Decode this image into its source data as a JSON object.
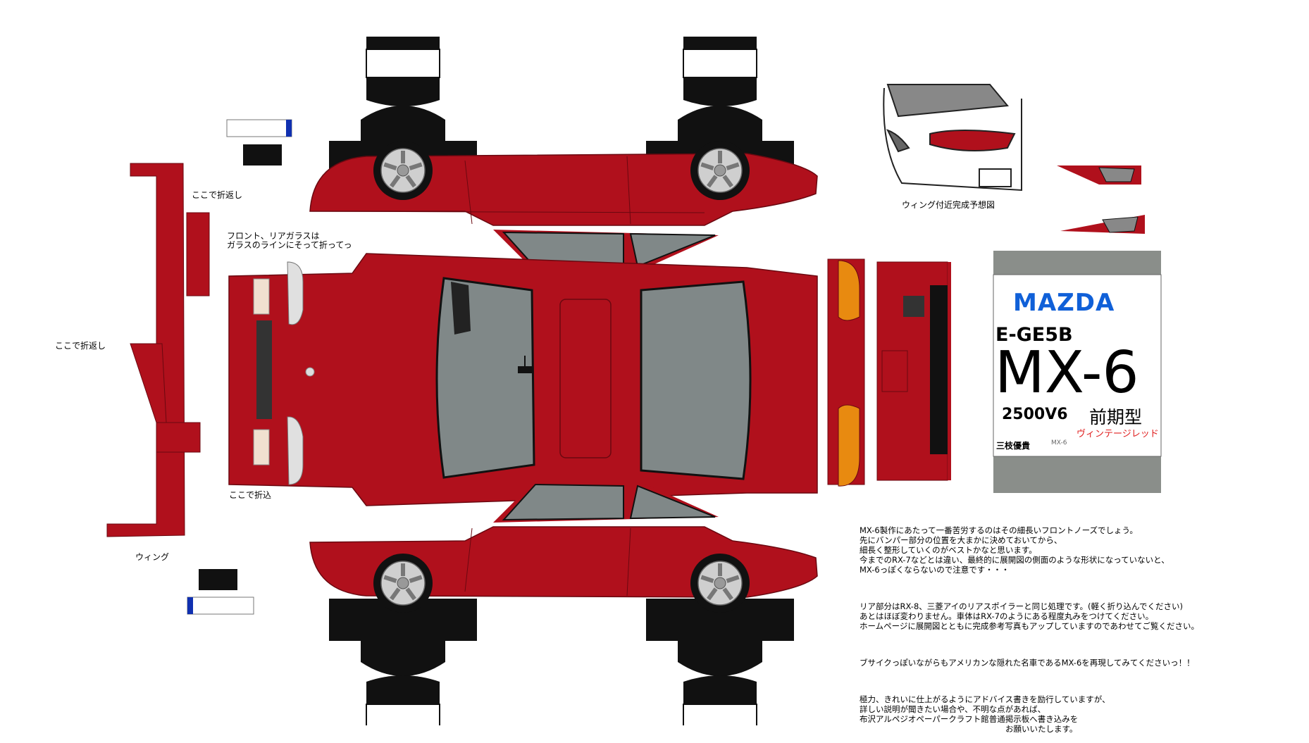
{
  "colors": {
    "body": "#b0101c",
    "body_dark": "#8a0a14",
    "glass": "#808888",
    "tire": "#111111",
    "rim": "#c8c8c8",
    "amber": "#e88a10",
    "plate_gray": "#8a8e8a",
    "mazda_blue": "#1060d8",
    "note_red": "#e02020"
  },
  "labels": {
    "fold_back_top": "ここで折返し",
    "fold_back_left": "ここで折返し",
    "fold_in": "ここで折込",
    "glass_note_line1": "フロント、リアガラスは",
    "glass_note_line2": "ガラスのラインにそって折ってっ",
    "wing": "ウィング",
    "wing_preview": "ウィング付近完成予想図"
  },
  "spec_card": {
    "brand": "MAZDA",
    "code": "E-GE5B",
    "model": "MX-6",
    "engine": "2500V6",
    "generation": "前期型",
    "color_name": "ヴィンテージレッド",
    "author": "三枝優貴",
    "logo_text": "MX-6"
  },
  "notes": {
    "para1": [
      "MX-6製作にあたって一番苦労するのはその細長いフロントノーズでしょう。",
      "先にバンパー部分の位置を大まかに決めておいてから、",
      "細長く整形していくのがベストかなと思います。",
      "今までのRX-7などとは違い、最終的に展開図の側面のような形状になっていないと、",
      "MX-6っぽくならないので注意です・・・"
    ],
    "para2": [
      "リア部分はRX-8、三菱アイのリアスポイラーと同じ処理です。(軽く折り込んでください)",
      "あとはほぼ変わりません。車体はRX-7のようにある程度丸みをつけてください。",
      "ホームページに展開図とともに完成参考写真もアップしていますのであわせてご覧ください。"
    ],
    "para3": [
      "ブサイクっぽいながらもアメリカンな隠れた名車であるMX-6を再現してみてくださいっ！！"
    ],
    "para4": [
      "極力、きれいに仕上がるようにアドバイス書きを励行していますが、",
      "詳しい説明が聞きたい場合や、不明な点があれば、",
      "布沢アルペジオペーパークラフト館普通掲示板へ書き込みを",
      "　　　　　　　　　　　　　　　　　　お願いいたします。"
    ]
  }
}
